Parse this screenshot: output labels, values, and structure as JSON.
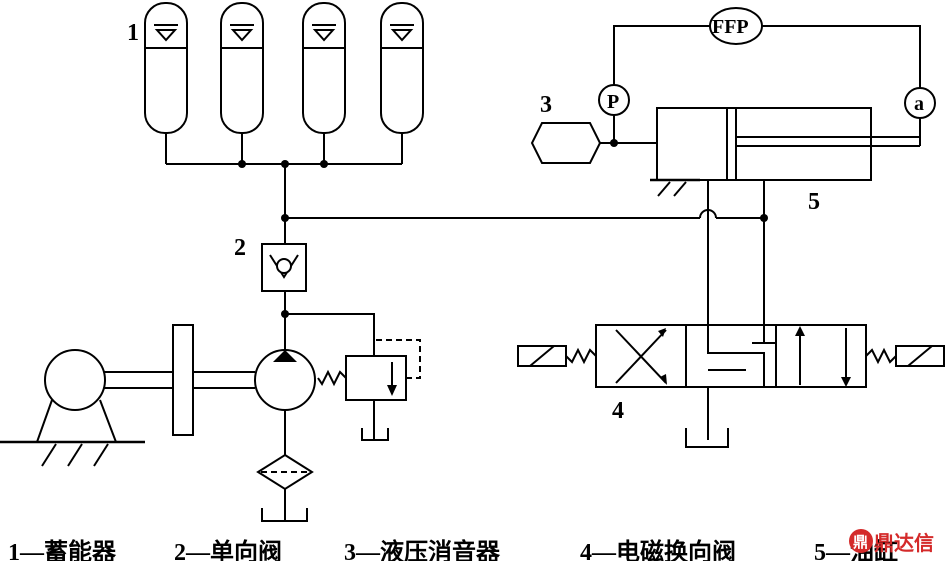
{
  "labels": {
    "accumulator": "1",
    "check_valve": "2",
    "muffler": "3",
    "solenoid_valve": "4",
    "cylinder": "5",
    "ffp": "FFP",
    "pressure_gauge": "P",
    "accel_gauge": "a"
  },
  "legend": [
    "1—蓄能器",
    "2—单向阀",
    "3—液压消音器",
    "4—电磁换向阀",
    "5—油缸"
  ],
  "watermark": "鼎达信",
  "colors": {
    "line": "#000000",
    "background": "#ffffff",
    "watermark": "#d42a2a"
  }
}
